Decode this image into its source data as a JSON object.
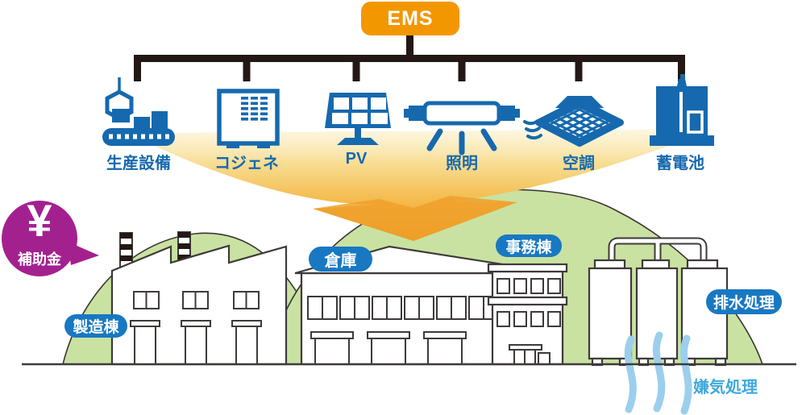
{
  "ems": {
    "label": "EMS"
  },
  "devices": [
    {
      "label": "生産設備",
      "icon": "production-equipment-icon"
    },
    {
      "label": "コジェネ",
      "icon": "cogeneration-icon"
    },
    {
      "label": "PV",
      "icon": "solar-panel-icon"
    },
    {
      "label": "照明",
      "icon": "lighting-icon"
    },
    {
      "label": "空調",
      "icon": "air-conditioner-icon"
    },
    {
      "label": "蓄電池",
      "icon": "storage-battery-icon"
    }
  ],
  "subsidy": {
    "symbol": "¥",
    "label": "補助金"
  },
  "site_labels": {
    "factory": "製造棟",
    "warehouse": "倉庫",
    "office": "事務棟",
    "wastewater": "排水処理",
    "anaerobic": "嫌気処理"
  },
  "colors": {
    "ems_orange": "#F39700",
    "device_blue": "#1669AE",
    "pill_blue": "#1878C2",
    "subsidy_purple": "#A3218F",
    "hill_green": "#C9E2A2",
    "funnel_orange_tip": "#ED9A1C",
    "funnel_cream_top": "#FBF0C8",
    "anaerobic_text_blue": "#3FA9DC",
    "wave_blue": "#9CCFEE",
    "connector_black": "#231815",
    "building_outline": "#3E3A39"
  }
}
